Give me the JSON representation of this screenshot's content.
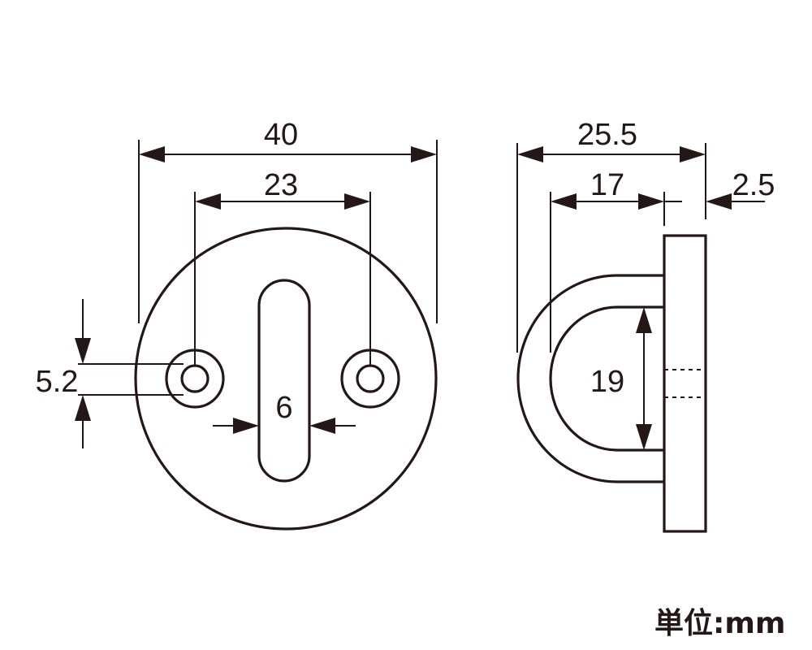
{
  "front_view": {
    "overall_diameter": "40",
    "hole_spacing": "23",
    "hole_diameter": "5.2",
    "slot_width": "6"
  },
  "side_view": {
    "overall_depth": "25.5",
    "loop_depth": "17",
    "plate_thickness": "2.5",
    "loop_inner_height": "19"
  },
  "unit_label": "単位:mm"
}
